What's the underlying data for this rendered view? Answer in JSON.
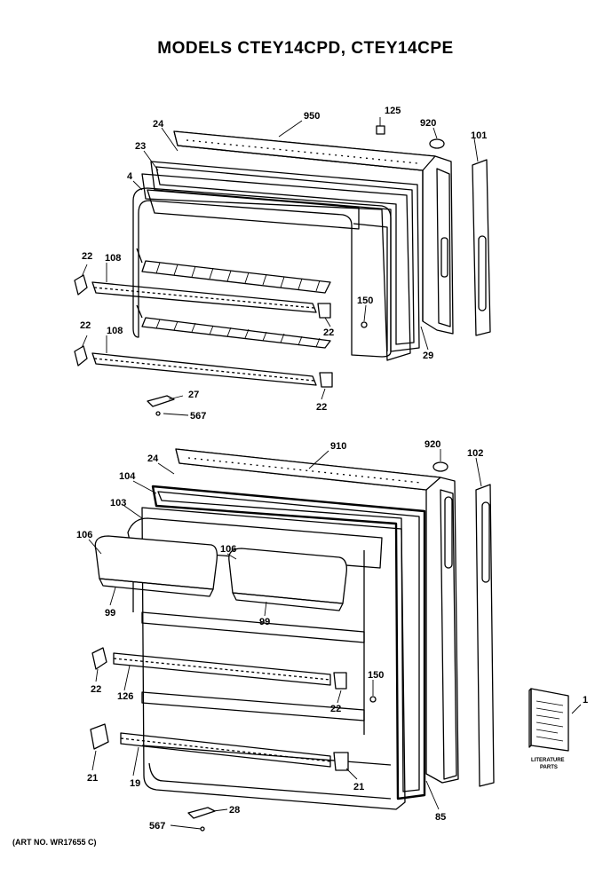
{
  "title": "MODELS CTEY14CPD, CTEY14CPE",
  "art_number": "(ART NO. WR17655 C)",
  "literature": {
    "line1": "LITERATURE",
    "line2": "PARTS",
    "callout": "1"
  },
  "upper_callouts": {
    "c950": "950",
    "c125": "125",
    "c920": "920",
    "c101": "101",
    "c24": "24",
    "c23": "23",
    "c4": "4",
    "c22a": "22",
    "c108a": "108",
    "c22b": "22",
    "c108b": "108",
    "c150": "150",
    "c22c": "22",
    "c29": "29",
    "c22d": "22",
    "c27": "27",
    "c567": "567"
  },
  "lower_callouts": {
    "c910": "910",
    "c920": "920",
    "c102": "102",
    "c24": "24",
    "c104": "104",
    "c103": "103",
    "c106a": "106",
    "c106b": "106",
    "c99a": "99",
    "c99b": "99",
    "c22a": "22",
    "c126": "126",
    "c150": "150",
    "c22b": "22",
    "c21a": "21",
    "c19": "19",
    "c21b": "21",
    "c85": "85",
    "c28": "28",
    "c567": "567"
  }
}
